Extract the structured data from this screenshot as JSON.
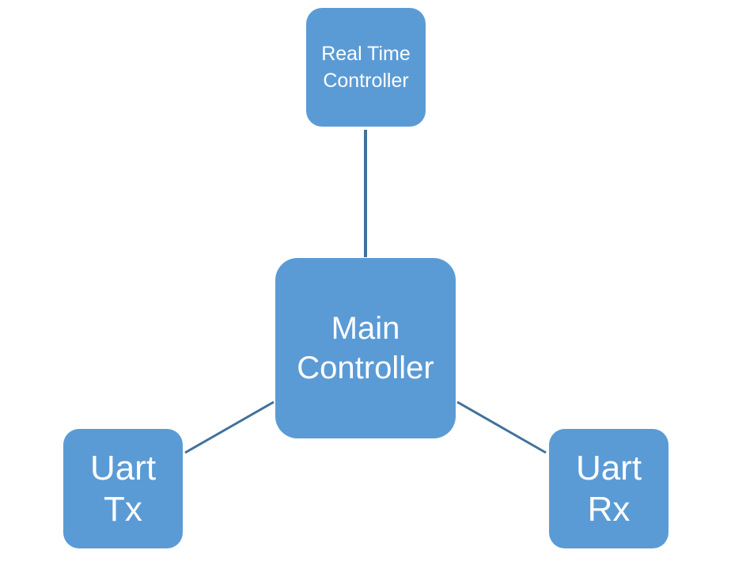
{
  "colors": {
    "node_fill": "#5b9bd5",
    "node_text": "#ffffff",
    "connector": "#41719c"
  },
  "nodes": {
    "real_time_controller": {
      "line1": "Real Time",
      "line2": "Controller"
    },
    "main_controller": {
      "line1": "Main",
      "line2": "Controller"
    },
    "uart_tx": {
      "line1": "Uart",
      "line2": "Tx"
    },
    "uart_rx": {
      "line1": "Uart",
      "line2": "Rx"
    }
  },
  "connections": [
    {
      "from": "main_controller",
      "to": "real_time_controller"
    },
    {
      "from": "main_controller",
      "to": "uart_tx"
    },
    {
      "from": "main_controller",
      "to": "uart_rx"
    }
  ]
}
